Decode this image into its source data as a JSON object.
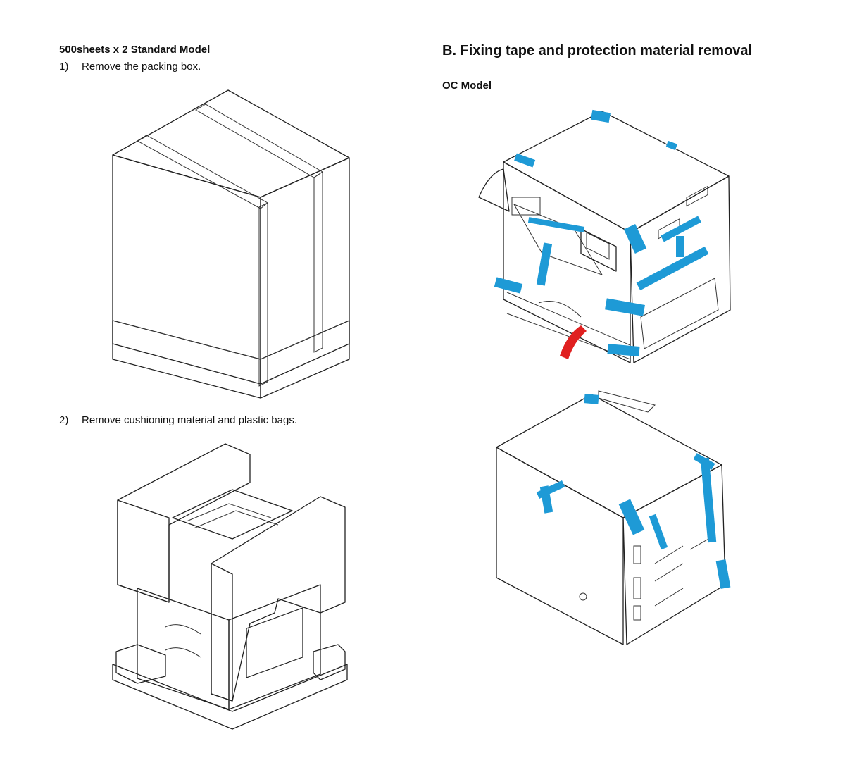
{
  "left": {
    "subheading": "500sheets x 2 Standard Model",
    "steps": [
      {
        "num": "1)",
        "text": "Remove the packing box."
      },
      {
        "num": "2)",
        "text": "Remove cushioning material and plastic bags."
      }
    ]
  },
  "right": {
    "heading": "B.  Fixing tape and protection material removal",
    "model_label": "OC Model"
  },
  "colors": {
    "tape": "#1e9ad6",
    "tape_red": "#e02020",
    "strap_gray": "#c8c8c8",
    "cushion_gray": "#c4c4c4"
  }
}
